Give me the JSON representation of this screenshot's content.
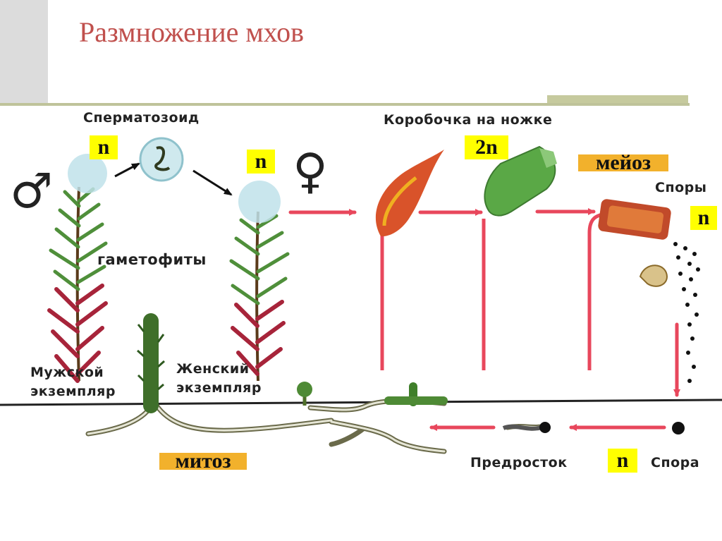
{
  "title": "Размножение мхов",
  "labels": {
    "spermatozoid": "Сперматозоид",
    "capsule": "Коробочка на ножке",
    "spores": "Споры",
    "gametophytes": "гаметофиты",
    "male_1": "Мужской",
    "male_2": "экземпляр",
    "female_1": "Женский",
    "female_2": "экземпляр",
    "protonema": "Предросток",
    "spore": "Спора"
  },
  "tags": {
    "n_male": "n",
    "n_female": "n",
    "two_n": "2n",
    "n_spores": "n",
    "n_spore": "n",
    "meiosis": "мейоз",
    "mitosis": "митоз"
  },
  "symbols": {
    "male": "♂",
    "female": "♀"
  },
  "colors": {
    "title": "#c0504d",
    "tag_background": "#ffff00",
    "process_tag_background": "#f2b12c",
    "arrow": "#e8475c"
  }
}
